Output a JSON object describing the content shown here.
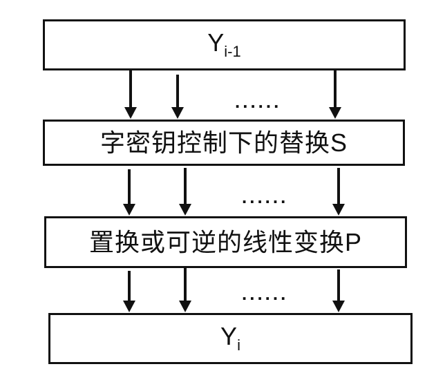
{
  "diagram": {
    "boxes": [
      {
        "base": "Y",
        "sub": "i-1"
      },
      {
        "label": "字密钥控制下的替换S"
      },
      {
        "label": "置换或可逆的线性变换P"
      },
      {
        "base": "Y",
        "sub": "i"
      }
    ],
    "ellipsis": "......",
    "colors": {
      "line": "#111111",
      "box_fill": "#ffffff",
      "background": "#ffffff"
    }
  }
}
